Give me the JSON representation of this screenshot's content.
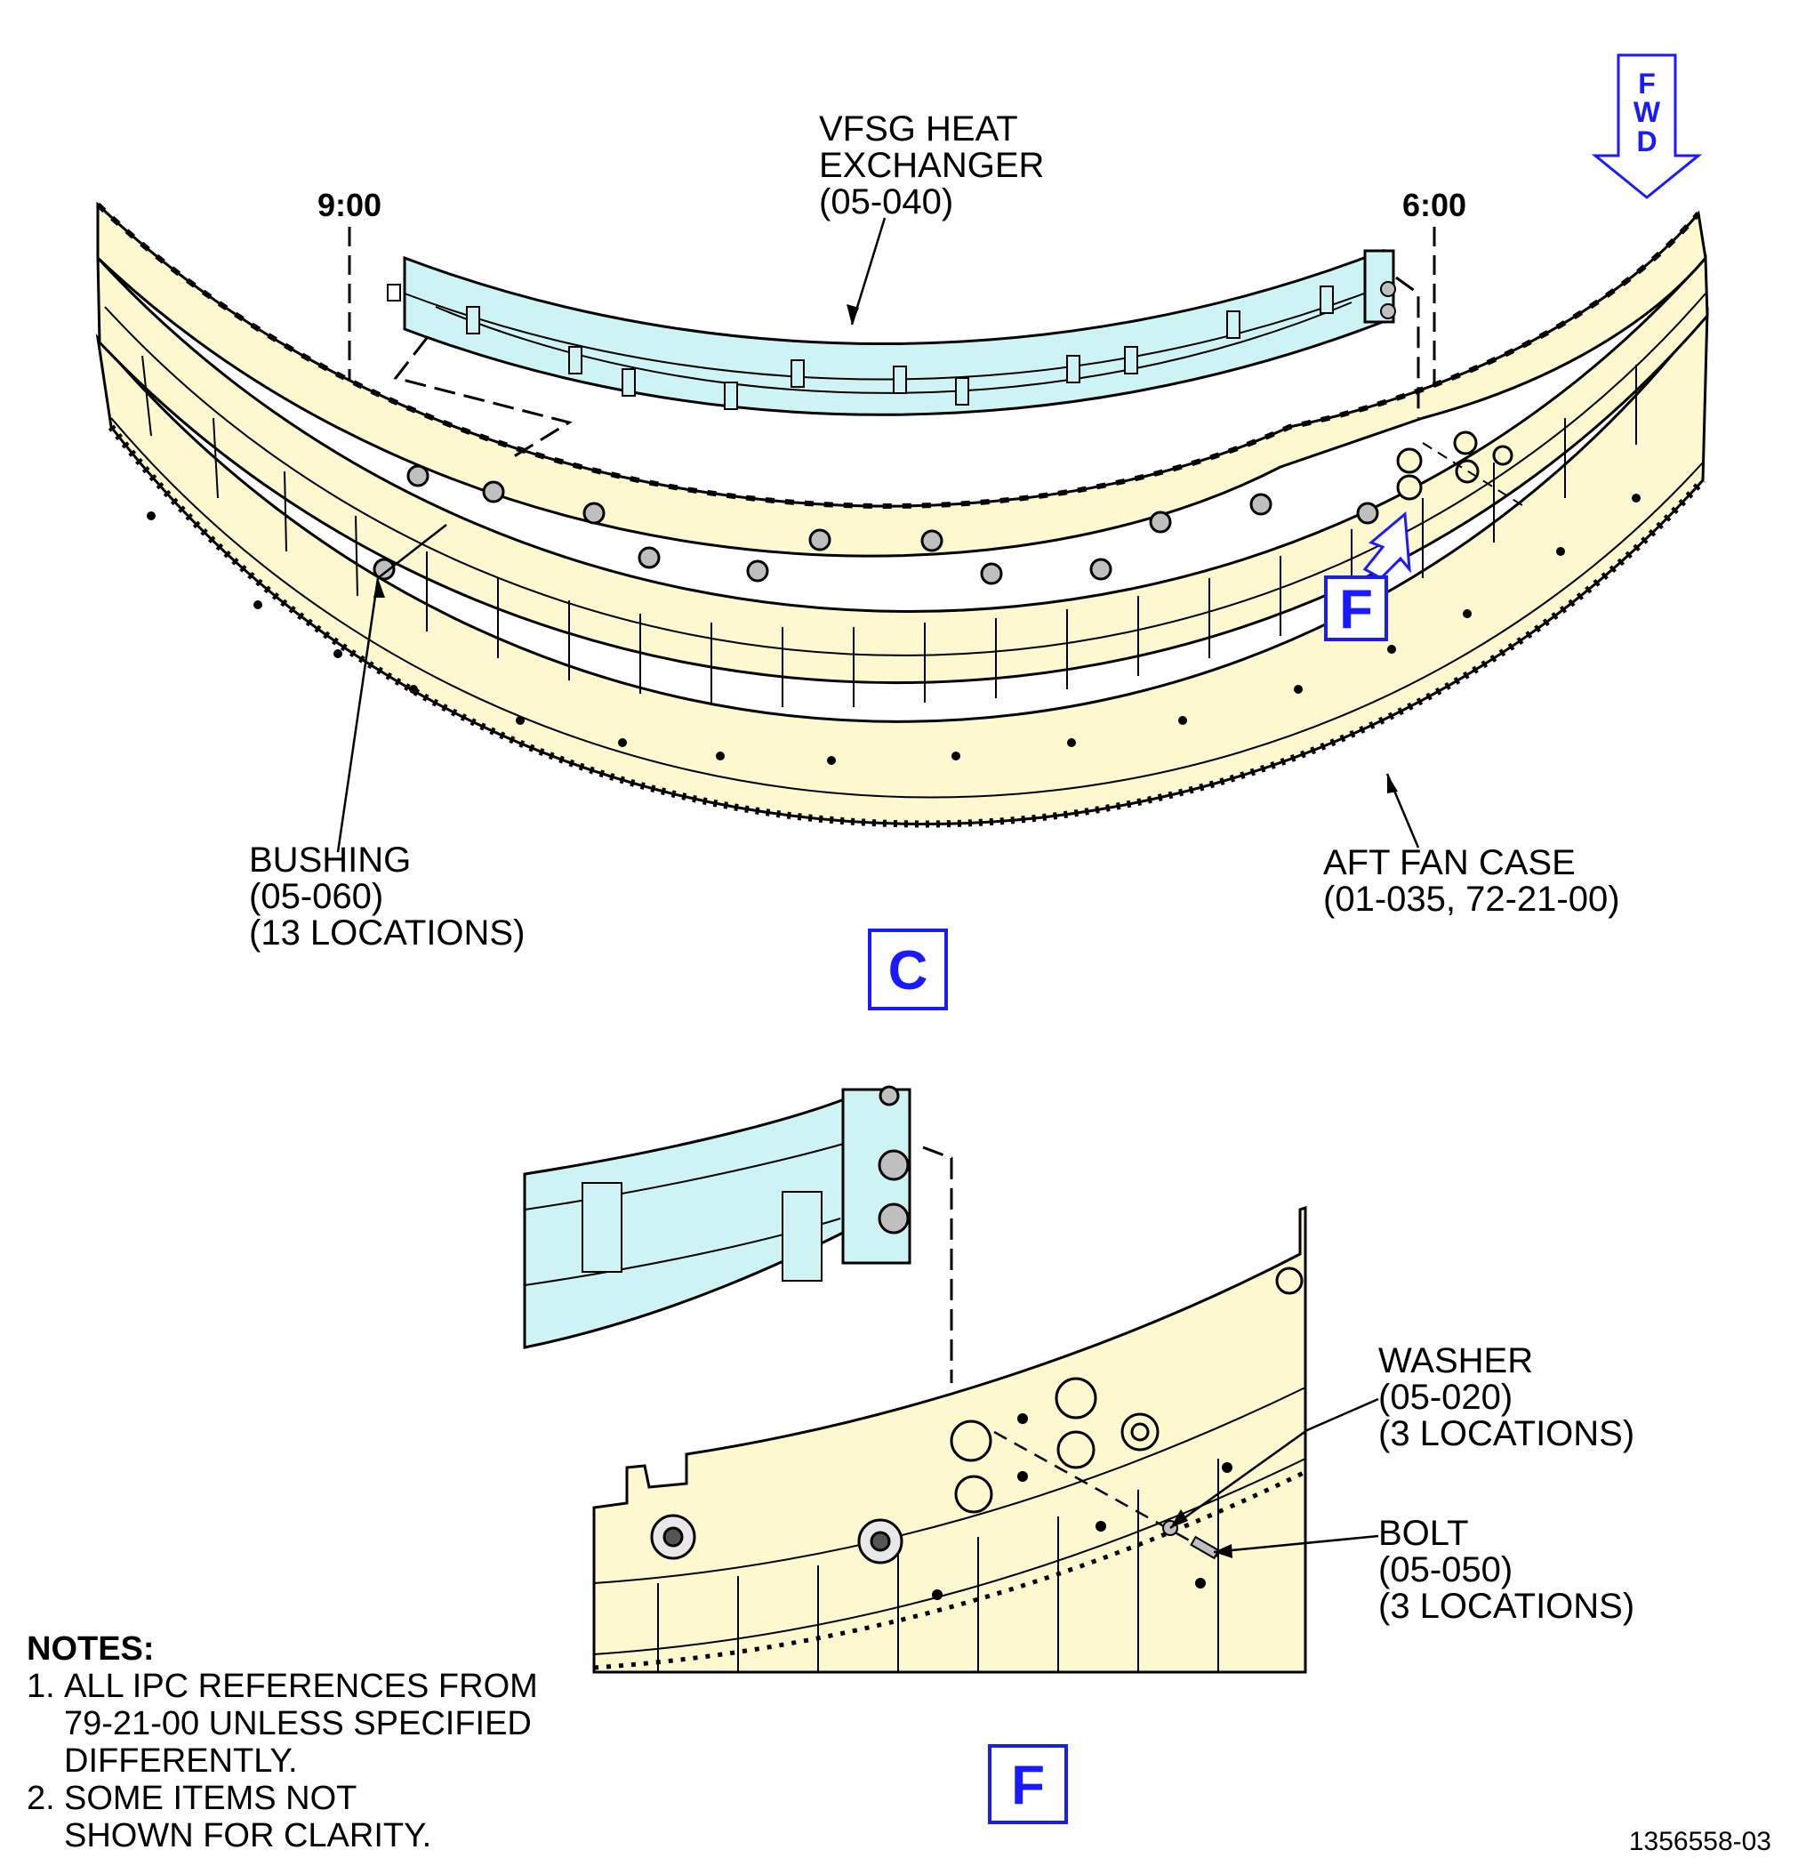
{
  "fwd_indicator": {
    "letters": [
      "F",
      "W",
      "D"
    ],
    "color": "#1a1aff"
  },
  "clock_positions": {
    "left": "9:00",
    "right": "6:00"
  },
  "callouts": {
    "heat_exchanger": [
      "VFSG HEAT",
      "EXCHANGER",
      "(05-040)"
    ],
    "bushing": [
      "BUSHING",
      "(05-060)",
      "(13 LOCATIONS)"
    ],
    "aft_fan_case": [
      "AFT FAN CASE",
      "(01-035, 72-21-00)"
    ],
    "washer": [
      "WASHER",
      "(05-020)",
      "(3 LOCATIONS)"
    ],
    "bolt": [
      "BOLT",
      "(05-050)",
      "(3 LOCATIONS)"
    ]
  },
  "view_labels": {
    "view_c": "C",
    "detail_f_pointer": "F",
    "view_f": "F"
  },
  "notes": {
    "heading": "NOTES:",
    "items": [
      {
        "num": "1.",
        "lines": [
          "ALL IPC REFERENCES FROM",
          "79-21-00 UNLESS SPECIFIED",
          "DIFFERENTLY."
        ]
      },
      {
        "num": "2.",
        "lines": [
          "SOME ITEMS NOT",
          "SHOWN FOR CLARITY."
        ]
      }
    ]
  },
  "figure_number": "1356558-03",
  "colors": {
    "fan_case": "#fdf8cf",
    "heat_exchanger": "#cdf3f5",
    "highlight": "#1a1aff",
    "line": "#000000"
  }
}
